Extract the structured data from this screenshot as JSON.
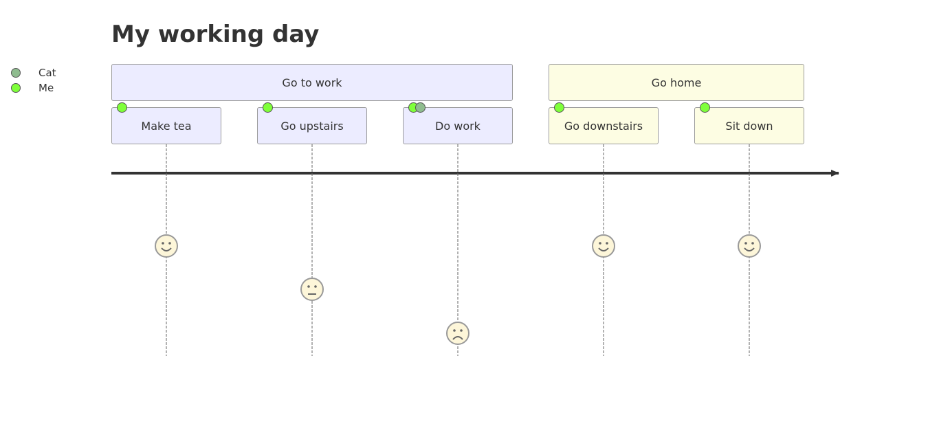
{
  "title": "My working day",
  "actors": [
    {
      "name": "Cat",
      "color": "#8fbc8f"
    },
    {
      "name": "Me",
      "color": "#7fff3a"
    }
  ],
  "sections": [
    {
      "label": "Go to work",
      "fill": "#ececff",
      "task_count": 3
    },
    {
      "label": "Go home",
      "fill": "#fdfde3",
      "task_count": 2
    }
  ],
  "tasks": [
    {
      "label": "Make tea",
      "score": 5,
      "actors": [
        "Me"
      ]
    },
    {
      "label": "Go upstairs",
      "score": 3,
      "actors": [
        "Me"
      ]
    },
    {
      "label": "Do work",
      "score": 1,
      "actors": [
        "Me",
        "Cat"
      ]
    },
    {
      "label": "Go downstairs",
      "score": 5,
      "actors": [
        "Me"
      ]
    },
    {
      "label": "Sit down",
      "score": 5,
      "actors": [
        "Me"
      ]
    }
  ]
}
